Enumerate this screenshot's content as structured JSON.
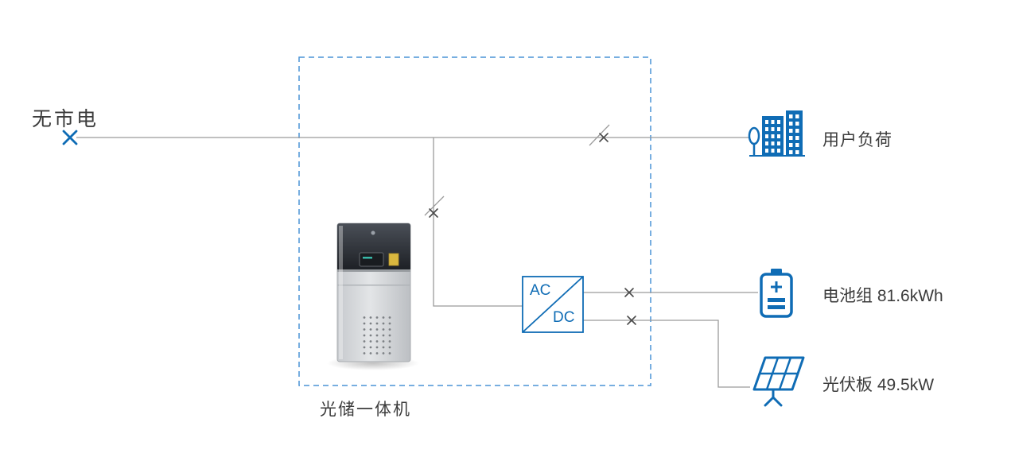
{
  "labels": {
    "no_grid": "无市电",
    "machine": "光储一体机",
    "user_load": "用户负荷",
    "battery": "电池组 81.6kWh",
    "pv": "光伏板 49.5kW",
    "converter_ac": "AC",
    "converter_dc": "DC"
  },
  "values": {
    "battery_capacity_kwh": 81.6,
    "pv_power_kw": 49.5
  },
  "icons": {
    "user_load": "building-icon",
    "battery": "battery-icon",
    "pv": "solar-panel-icon",
    "grid_disconnect": "blue-x-mark-icon",
    "breaker": "slash-x-breaker-icon",
    "converter": "ac-dc-converter-box"
  },
  "colors": {
    "accent_blue": "#0f6cb5",
    "dashed_blue": "#4a93d6",
    "line_gray": "#9b9b9b",
    "xmark_dark": "#4a4a4a",
    "text_dark": "#3c3c3c",
    "background": "#ffffff"
  }
}
